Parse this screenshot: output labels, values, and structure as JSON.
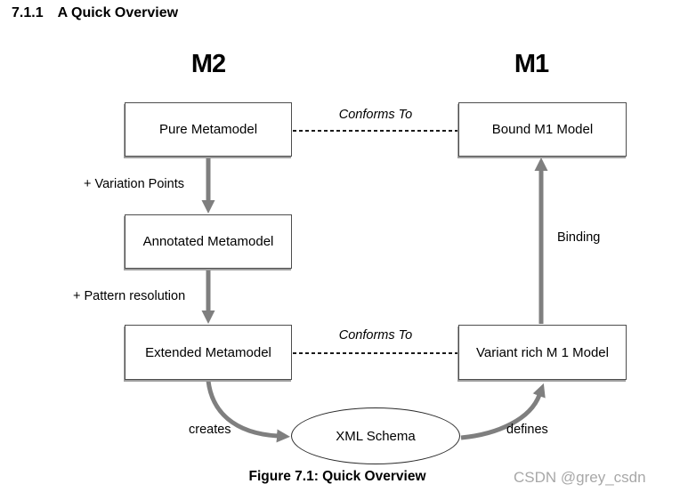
{
  "page": {
    "section_number": "7.1.1",
    "section_title": "A Quick Overview",
    "caption": "Figure 7.1: Quick Overview",
    "watermark": "CSDN @grey_csdn"
  },
  "diagram": {
    "columns": [
      {
        "id": "m2",
        "label": "M2"
      },
      {
        "id": "m1",
        "label": "M1"
      }
    ],
    "nodes": [
      {
        "id": "pure-metamodel",
        "label": "Pure Metamodel",
        "shape": "rect",
        "column": "M2"
      },
      {
        "id": "annotated-metamodel",
        "label": "Annotated Metamodel",
        "shape": "rect",
        "column": "M2"
      },
      {
        "id": "extended-metamodel",
        "label": "Extended Metamodel",
        "shape": "rect",
        "column": "M2"
      },
      {
        "id": "bound-m1-model",
        "label": "Bound M1 Model",
        "shape": "rect",
        "column": "M1"
      },
      {
        "id": "variant-rich-m1-model",
        "label": "Variant rich M 1 Model",
        "shape": "rect",
        "column": "M1"
      },
      {
        "id": "xml-schema",
        "label": "XML Schema",
        "shape": "ellipse",
        "column": "center"
      }
    ],
    "edges": [
      {
        "from": "pure-metamodel",
        "to": "annotated-metamodel",
        "label": "+ Variation Points",
        "style": "solid-arrow-down"
      },
      {
        "from": "annotated-metamodel",
        "to": "extended-metamodel",
        "label": "+ Pattern resolution",
        "style": "solid-arrow-down"
      },
      {
        "from": "variant-rich-m1-model",
        "to": "bound-m1-model",
        "label": "Binding",
        "style": "solid-arrow-up"
      },
      {
        "from": "pure-metamodel",
        "to": "bound-m1-model",
        "label": "Conforms To",
        "style": "dashed"
      },
      {
        "from": "extended-metamodel",
        "to": "variant-rich-m1-model",
        "label": "Conforms To",
        "style": "dashed"
      },
      {
        "from": "extended-metamodel",
        "to": "xml-schema",
        "label": "creates",
        "style": "curved-arrow"
      },
      {
        "from": "xml-schema",
        "to": "variant-rich-m1-model",
        "label": "defines",
        "style": "curved-arrow"
      }
    ]
  },
  "colors": {
    "arrow_gray": "#7f7f7f",
    "box_border": "#4d4d4d",
    "dashed_line": "#1a1a1a",
    "watermark_gray": "#a8a8a8",
    "background": "#ffffff",
    "text": "#000000"
  }
}
